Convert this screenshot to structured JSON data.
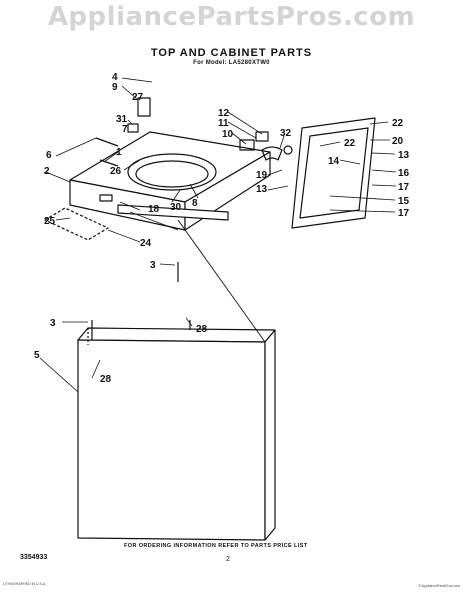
{
  "watermark": "AppliancePartsPros.com",
  "header": {
    "title": "TOP AND CABINET PARTS",
    "subtitle": "For Model: LA5280XTW0"
  },
  "callouts": [
    {
      "label": "4"
    },
    {
      "label": "9"
    },
    {
      "label": "27"
    },
    {
      "label": "31"
    },
    {
      "label": "7"
    },
    {
      "label": "6"
    },
    {
      "label": "1"
    },
    {
      "label": "2"
    },
    {
      "label": "26"
    },
    {
      "label": "25"
    },
    {
      "label": "18"
    },
    {
      "label": "30"
    },
    {
      "label": "8"
    },
    {
      "label": "24"
    },
    {
      "label": "12"
    },
    {
      "label": "11"
    },
    {
      "label": "10"
    },
    {
      "label": "32"
    },
    {
      "label": "19"
    },
    {
      "label": "13"
    },
    {
      "label": "22"
    },
    {
      "label": "22"
    },
    {
      "label": "20"
    },
    {
      "label": "14"
    },
    {
      "label": "13"
    },
    {
      "label": "16"
    },
    {
      "label": "17"
    },
    {
      "label": "15"
    },
    {
      "label": "17"
    },
    {
      "label": "3"
    },
    {
      "label": "28"
    },
    {
      "label": "3"
    },
    {
      "label": "5"
    },
    {
      "label": "28"
    }
  ],
  "footer": {
    "doc_number": "3354933",
    "page_number": "2",
    "ordering_note": "FOR ORDERING INFORMATION REFER TO PARTS PRICE LIST",
    "fine_print_left": "LITHOGRAPHED IN U.S.A.",
    "fine_print_right": "© AppliancePartsPros.com"
  }
}
